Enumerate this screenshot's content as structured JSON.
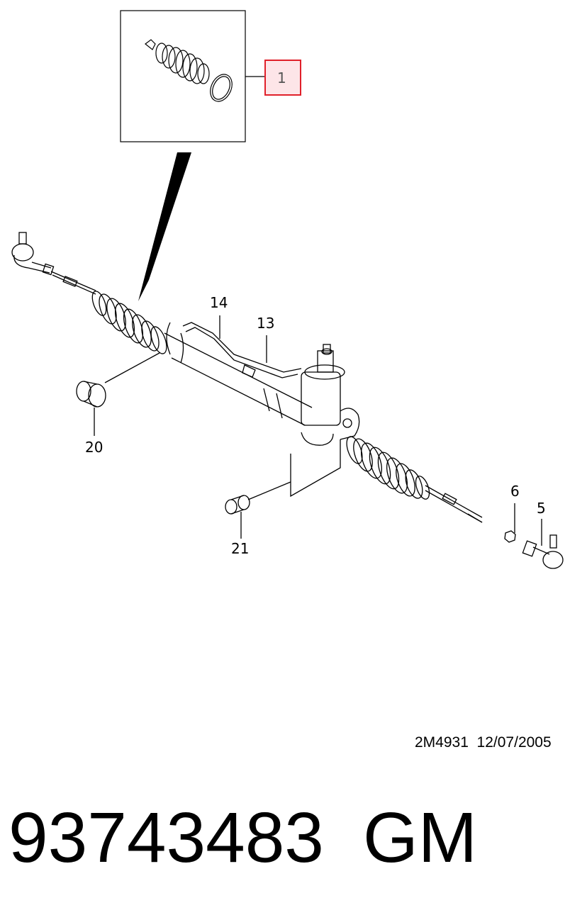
{
  "callouts": {
    "c1": "1",
    "c14": "14",
    "c13": "13",
    "c20": "20",
    "c21": "21",
    "c6": "6",
    "c5": "5"
  },
  "highlight_color": "#e0202a",
  "highlight_fill": "#fde5e8",
  "footer": {
    "doc_ref": "2M4931  12/07/2005",
    "part_number": "93743483",
    "brand": "GM"
  }
}
